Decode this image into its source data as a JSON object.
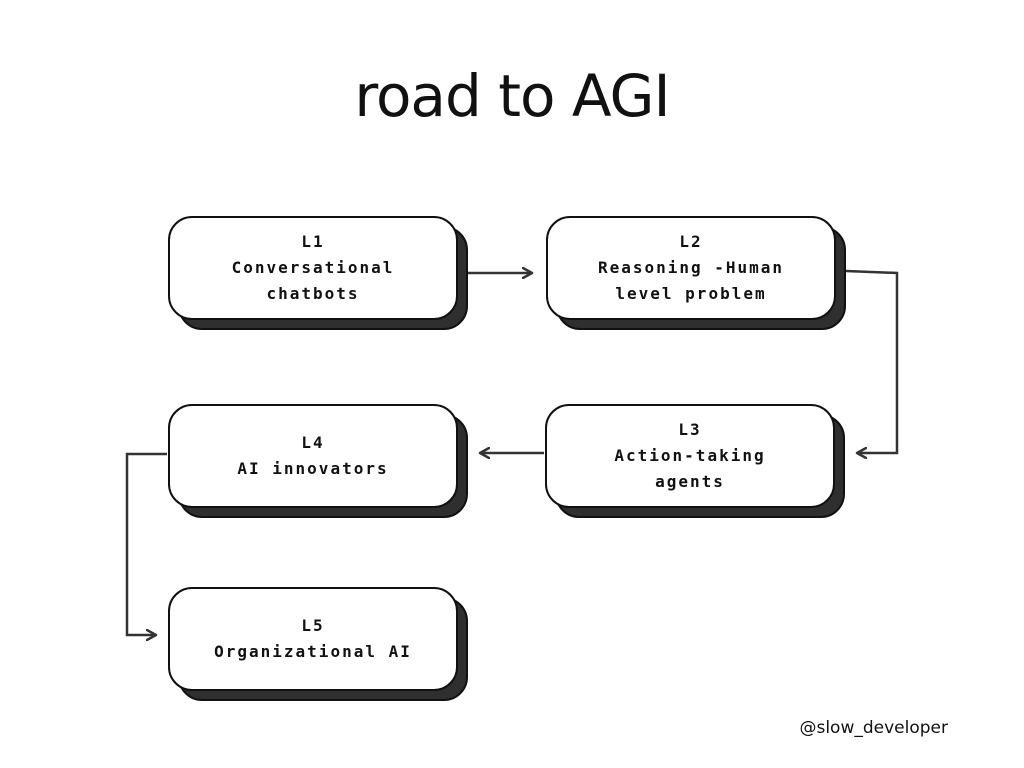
{
  "title": "road to AGI",
  "levels": [
    {
      "id": "L1",
      "lines": [
        "Conversational",
        "chatbots"
      ]
    },
    {
      "id": "L2",
      "lines": [
        "Reasoning -Human",
        "level problem"
      ]
    },
    {
      "id": "L3",
      "lines": [
        "Action-taking",
        "agents"
      ]
    },
    {
      "id": "L4",
      "lines": [
        "AI innovators"
      ]
    },
    {
      "id": "L5",
      "lines": [
        "Organizational AI"
      ]
    }
  ],
  "handle": "@slow_developer",
  "colors": {
    "background": "#ffffff",
    "text": "#111111",
    "shadow": "#2f2f2f",
    "connector": "#333333"
  }
}
